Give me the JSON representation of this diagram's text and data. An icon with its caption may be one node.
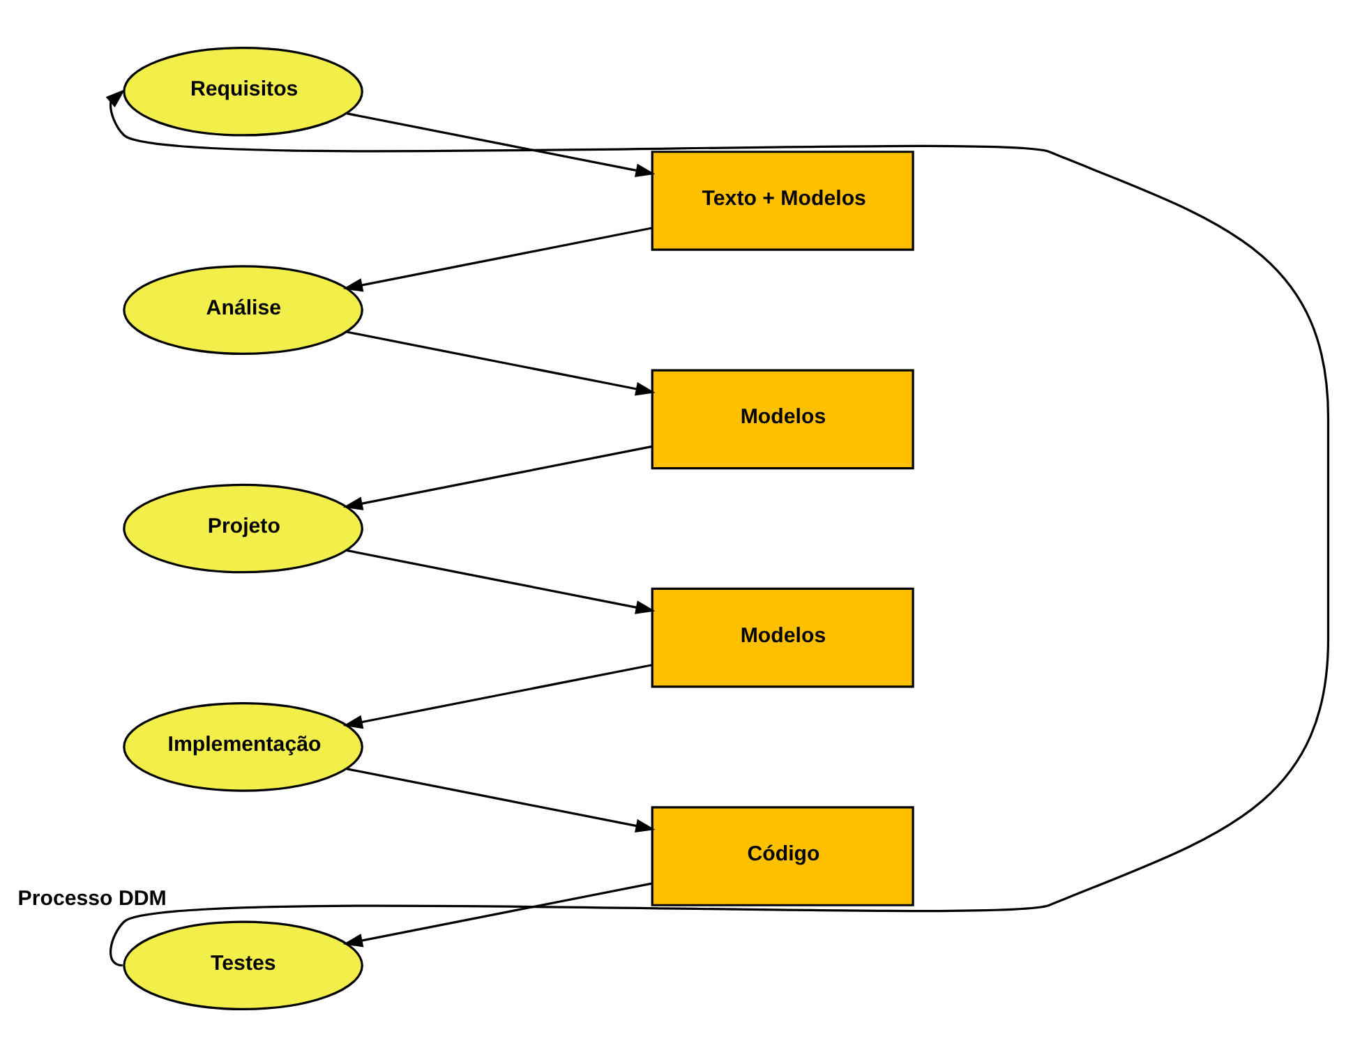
{
  "diagram": {
    "nodes": [
      {
        "text": [
          "Requisitos"
        ]
      },
      {
        "text": [
          "Análise"
        ]
      },
      {
        "text": [
          "Projeto"
        ]
      },
      {
        "text": [
          "Implementação"
        ]
      },
      {
        "text": [
          "Testes"
        ]
      },
      {
        "text": [
          "Texto + Modelos"
        ]
      },
      {
        "text": [
          "Modelos"
        ]
      },
      {
        "text": [
          "Modelos"
        ]
      },
      {
        "text": [
          "Código"
        ]
      }
    ],
    "edges": [
      {
        "from": 0,
        "to": 5,
        "arrow": "to"
      },
      {
        "from": 5,
        "to": 1,
        "arrow": "to"
      },
      {
        "from": 1,
        "to": 6,
        "arrow": "to"
      },
      {
        "from": 6,
        "to": 2,
        "arrow": "to"
      },
      {
        "from": 2,
        "to": 7,
        "arrow": "to"
      },
      {
        "from": 7,
        "to": 3,
        "arrow": "to"
      },
      {
        "from": 3,
        "to": 8,
        "arrow": "to"
      },
      {
        "from": 8,
        "to": 4,
        "arrow": "to"
      },
      {
        "from": 4,
        "to": 0,
        "arrow": "to",
        "label": "Processo DDM"
      }
    ]
  }
}
